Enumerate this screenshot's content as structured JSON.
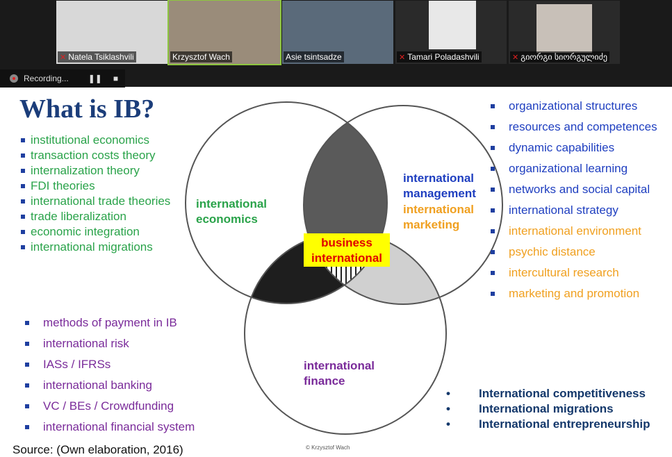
{
  "participants": [
    {
      "name": "Natela Tsiklashvili",
      "muted": true
    },
    {
      "name": "Krzysztof Wach",
      "muted": false,
      "active": true
    },
    {
      "name": "Asie tsintsadze",
      "muted": false
    },
    {
      "name": "Tamari Poladashvili",
      "muted": true
    },
    {
      "name": "გიორგი სიორგულიძე",
      "muted": true
    }
  ],
  "recording": {
    "label": "Recording...",
    "pause_icon": "pause-icon",
    "stop_icon": "stop-icon"
  },
  "slide": {
    "title": "What is IB?",
    "economics_list": [
      "institutional economics",
      "transaction costs theory",
      "internalization theory",
      "FDI theories",
      "international trade theories",
      "trade liberalization",
      "economic integration",
      "international migrations"
    ],
    "management_list": [
      {
        "text": "organizational structures",
        "color": "#1f3fc0"
      },
      {
        "text": "resources and competences",
        "color": "#1f3fc0"
      },
      {
        "text": "dynamic capabilities",
        "color": "#1f3fc0"
      },
      {
        "text": "organizational learning",
        "color": "#1f3fc0"
      },
      {
        "text": "networks and social capital",
        "color": "#1f3fc0"
      },
      {
        "text": "international strategy",
        "color": "#1f3fc0"
      },
      {
        "text": "international environment",
        "color": "#f0a020"
      },
      {
        "text": "psychic distance",
        "color": "#f0a020"
      },
      {
        "text": "intercultural research",
        "color": "#f0a020"
      },
      {
        "text": "marketing and promotion",
        "color": "#f0a020"
      }
    ],
    "finance_list": [
      "methods of payment in IB",
      "international risk",
      "IASs / IFRSs",
      "international banking",
      "VC / BEs / Crowdfunding",
      "international financial system"
    ],
    "bullets": [
      "International competitiveness",
      "International migrations",
      "International entrepreneurship"
    ],
    "venn": {
      "economics": [
        "international",
        "economics"
      ],
      "management": [
        "international",
        "management"
      ],
      "marketing": [
        "international",
        "marketing"
      ],
      "finance": [
        "international",
        "finance"
      ],
      "center": [
        "business",
        "international"
      ]
    },
    "footer": "Source: (Own elaboration, 2016)",
    "copyright": "© Krzysztof Wach"
  }
}
